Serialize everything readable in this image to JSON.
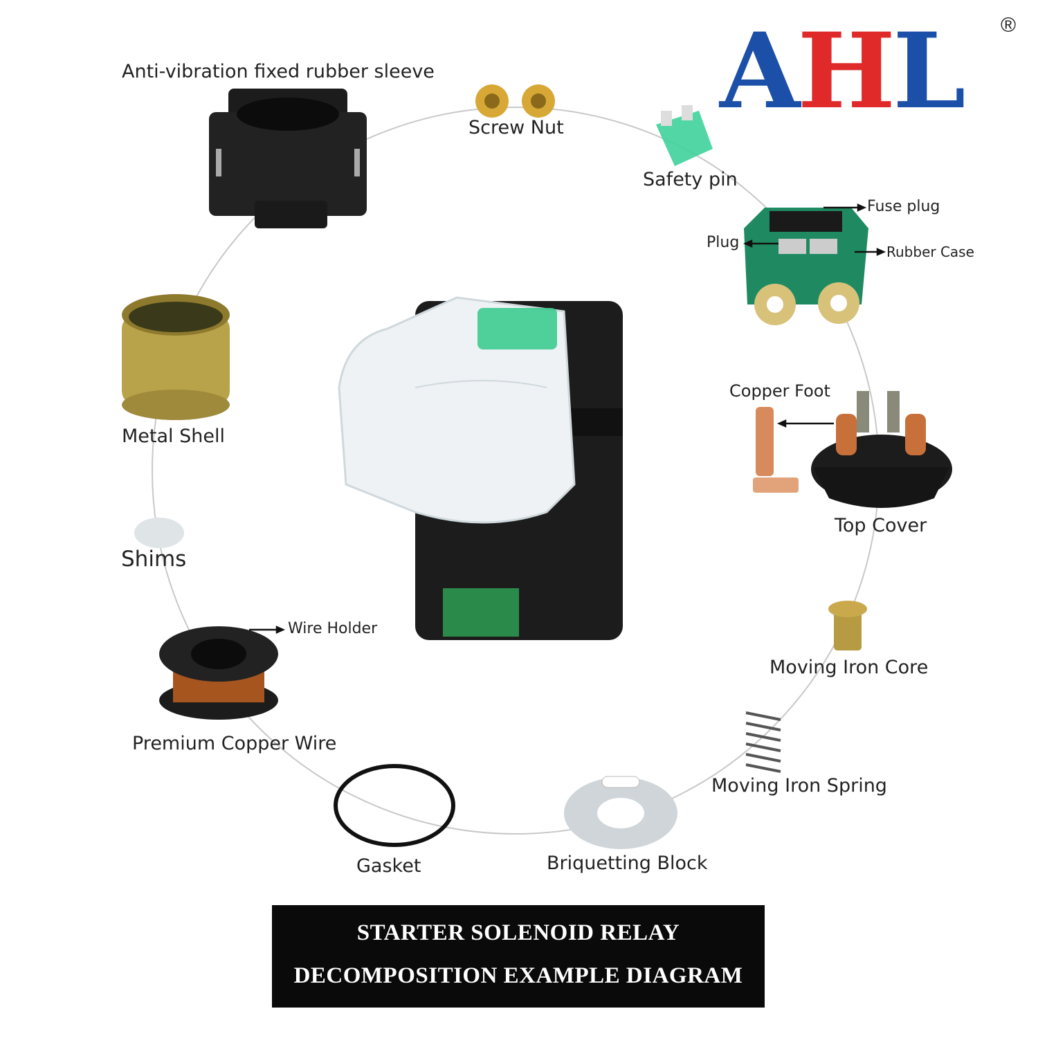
{
  "brand": {
    "name": "AHL",
    "letters": [
      "A",
      "H",
      "L"
    ],
    "colors": [
      "#1b4fa8",
      "#e02a2a",
      "#1b4fa8"
    ],
    "registered": "®"
  },
  "labels": {
    "rubber_sleeve": "Anti-vibration fixed rubber sleeve",
    "screw_nut": "Screw Nut",
    "safety_pin": "Safety pin",
    "fuse_plug": "Fuse plug",
    "plug": "Plug",
    "rubber_case": "Rubber Case",
    "metal_shell": "Metal Shell",
    "copper_foot": "Copper Foot",
    "top_cover": "Top Cover",
    "shims": "Shims",
    "wire_holder": "Wire Holder",
    "moving_iron_core": "Moving Iron Core",
    "premium_copper_wire": "Premium Copper Wire",
    "moving_iron_spring": "Moving Iron Spring",
    "gasket": "Gasket",
    "briquetting_block": "Briquetting Block"
  },
  "banner": {
    "line1": "STARTER SOLENOID RELAY",
    "line2": "DECOMPOSITION EXAMPLE DIAGRAM"
  },
  "colors": {
    "circle": "#c8c8c8",
    "copper": "#c8703a",
    "green_case": "#1f8a62",
    "black_part": "#1c1c1c"
  }
}
